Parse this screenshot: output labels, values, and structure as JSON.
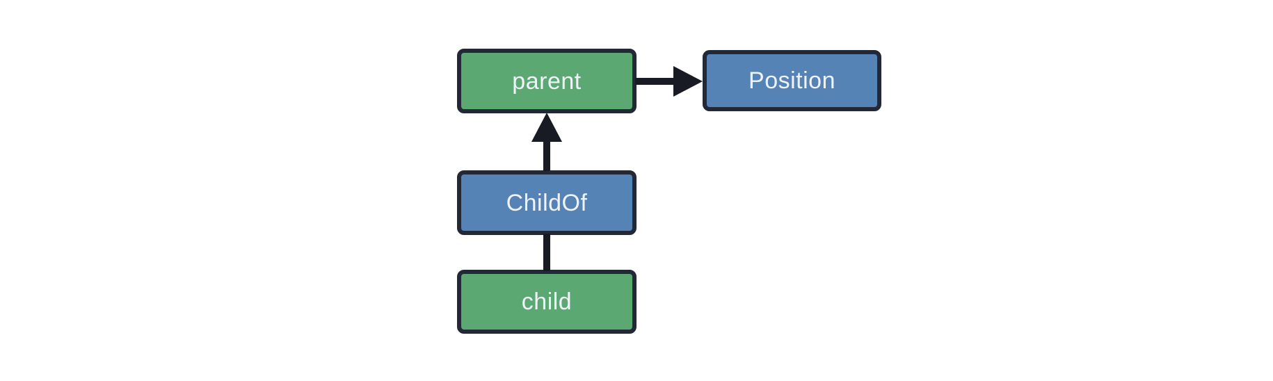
{
  "diagram": {
    "description": "Entity-relationship diagram showing a parent entity with a Position component, and a child entity connected to the parent through a ChildOf relationship",
    "nodes": {
      "parent": {
        "label": "parent",
        "kind": "entity",
        "fill": "#5ca873"
      },
      "position": {
        "label": "Position",
        "kind": "component",
        "fill": "#5583b6"
      },
      "childof": {
        "label": "ChildOf",
        "kind": "relationship",
        "fill": "#5583b6"
      },
      "child": {
        "label": "child",
        "kind": "entity",
        "fill": "#5ca873"
      }
    },
    "edges": [
      {
        "from": "parent",
        "to": "Position",
        "style": "arrow",
        "direction": "right"
      },
      {
        "from": "ChildOf",
        "to": "parent",
        "style": "arrow",
        "direction": "up"
      },
      {
        "from": "child",
        "to": "ChildOf",
        "style": "line",
        "direction": "up"
      }
    ]
  },
  "colors": {
    "canvas_bg": "#ffffff",
    "entity_fill": "#5ca873",
    "component_fill": "#5583b6",
    "node_border": "#232836",
    "arrow_color": "#181b23",
    "label_text": "#eff3f9"
  }
}
